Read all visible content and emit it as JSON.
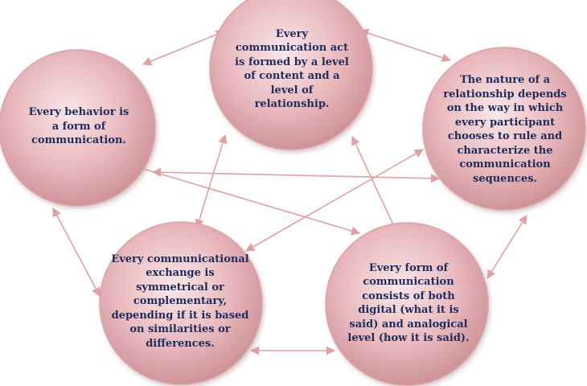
{
  "colors": {
    "arrow": "#e0a0a4",
    "text": "#1f2c5c",
    "node_fill_center": "#f9e6e8",
    "node_fill_mid": "#e9b9bd",
    "node_fill_edge": "#c98c92",
    "node_stroke": "#d9a5aa"
  },
  "nodes": {
    "behavior": {
      "text": "Every behavior is a form of communication."
    },
    "content": {
      "text": "Every communication act is formed by a level of content and a level of relationship."
    },
    "relationship": {
      "text": "The nature of a relationship depends on the way in which every participant chooses to rule and characterize the communication sequences."
    },
    "exchange": {
      "text": "Every communicational exchange is symmetrical or complementary, depending if it is based on similarities or differences."
    },
    "digital": {
      "text": "Every form of communication consists of both digital (what it is said) and analogical level (how it is said)."
    }
  }
}
